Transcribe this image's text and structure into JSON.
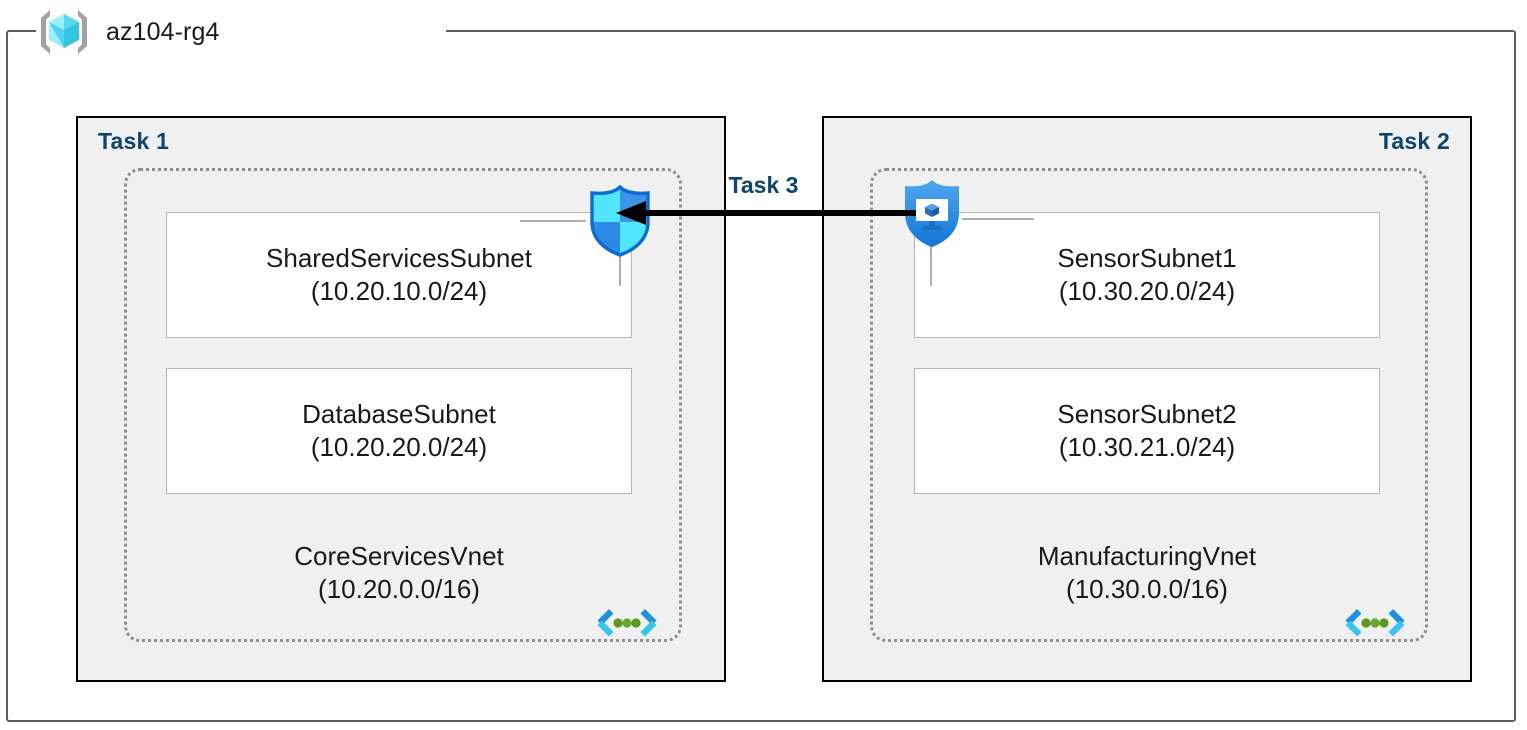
{
  "resource_group": {
    "name": "az104-rg4",
    "icon": "resource-group-cube-icon"
  },
  "tasks": {
    "task1_label": "Task 1",
    "task2_label": "Task 2",
    "task3_label": "Task 3"
  },
  "colors": {
    "task_label": "#0e456f",
    "task_box_fill": "#f0f0f0",
    "task_box_border": "#000000",
    "vnet_border": "#8e8e8e",
    "subnet_border": "#b6b6b6",
    "frame_border": "#5c5f61",
    "shield_blue": "#1b8bf0",
    "shield_cyan": "#50e6ff",
    "vnet_icon_blue": "#0078d4",
    "vnet_icon_cyan": "#32bedd",
    "vnet_icon_green": "#5e9624",
    "arrow": "#000000",
    "text": "#1a1a1a"
  },
  "vnets": [
    {
      "name": "CoreServicesVnet",
      "cidr": "(10.20.0.0/16)",
      "icon": "virtual-network-icon",
      "subnets": [
        {
          "name": "SharedServicesSubnet",
          "cidr": "(10.20.10.0/24)"
        },
        {
          "name": "DatabaseSubnet",
          "cidr": "(10.20.20.0/24)"
        }
      ]
    },
    {
      "name": "ManufacturingVnet",
      "cidr": "(10.30.0.0/16)",
      "icon": "virtual-network-icon",
      "subnets": [
        {
          "name": "SensorSubnet1",
          "cidr": "(10.30.20.0/24)"
        },
        {
          "name": "SensorSubnet2",
          "cidr": "(10.30.21.0/24)"
        }
      ]
    }
  ],
  "icons": {
    "nsg_shield": "network-security-group-shield-icon",
    "bastion_shield": "bastion-protected-vm-shield-icon",
    "peering_arrow": "vnet-peering-arrow-icon"
  }
}
